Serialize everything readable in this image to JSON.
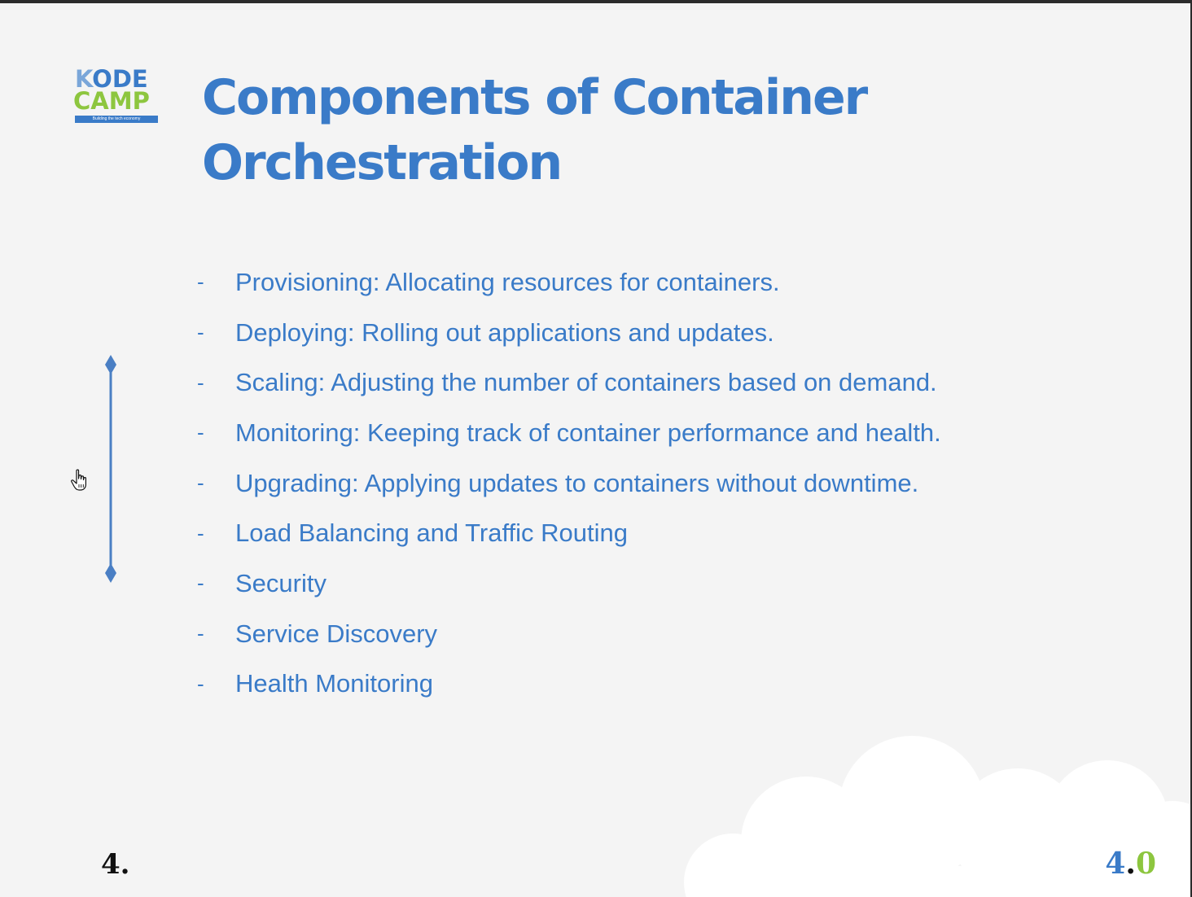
{
  "slide": {
    "logo": {
      "line1_first": "K",
      "line1_rest": "ODE",
      "line2": "CAMP",
      "tagline": "Building the tech economy",
      "colors": {
        "blue": "#3a7bc8",
        "light_blue": "#7aa6d9",
        "green": "#8dc63f"
      }
    },
    "title_line1": "Components of Container",
    "title_line2": "Orchestration",
    "bullet_marker": "-",
    "bullets": [
      "Provisioning: Allocating resources for containers.",
      "Deploying: Rolling out applications and updates.",
      "Scaling: Adjusting the number of containers based on demand.",
      "Monitoring: Keeping track of container performance and health.",
      "Upgrading: Applying updates to containers without downtime.",
      "Load Balancing and Traffic Routing",
      "Security",
      "Service Discovery",
      "Health Monitoring"
    ],
    "slide_number": "4.",
    "version_major": "4",
    "version_dot": ".",
    "version_minor": "0",
    "icons": [
      "timeline-icon",
      "hand-cursor-icon",
      "cloud-decoration"
    ],
    "accent_color": "#3a7bc8"
  }
}
